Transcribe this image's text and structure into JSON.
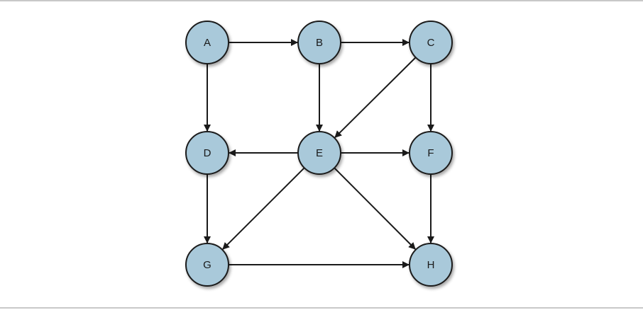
{
  "diagram": {
    "nodes": [
      {
        "id": "A",
        "label": "A"
      },
      {
        "id": "B",
        "label": "B"
      },
      {
        "id": "C",
        "label": "C"
      },
      {
        "id": "D",
        "label": "D"
      },
      {
        "id": "E",
        "label": "E"
      },
      {
        "id": "F",
        "label": "F"
      },
      {
        "id": "G",
        "label": "G"
      },
      {
        "id": "H",
        "label": "H"
      }
    ],
    "edges": [
      {
        "from": "A",
        "to": "B"
      },
      {
        "from": "B",
        "to": "C"
      },
      {
        "from": "A",
        "to": "D"
      },
      {
        "from": "B",
        "to": "E"
      },
      {
        "from": "C",
        "to": "E"
      },
      {
        "from": "C",
        "to": "F"
      },
      {
        "from": "E",
        "to": "D"
      },
      {
        "from": "E",
        "to": "F"
      },
      {
        "from": "D",
        "to": "G"
      },
      {
        "from": "E",
        "to": "G"
      },
      {
        "from": "E",
        "to": "H"
      },
      {
        "from": "F",
        "to": "H"
      },
      {
        "from": "G",
        "to": "H"
      }
    ],
    "colors": {
      "node_fill": "#a9c9da",
      "node_stroke": "#1a1a1a",
      "edge": "#1a1a1a"
    }
  }
}
